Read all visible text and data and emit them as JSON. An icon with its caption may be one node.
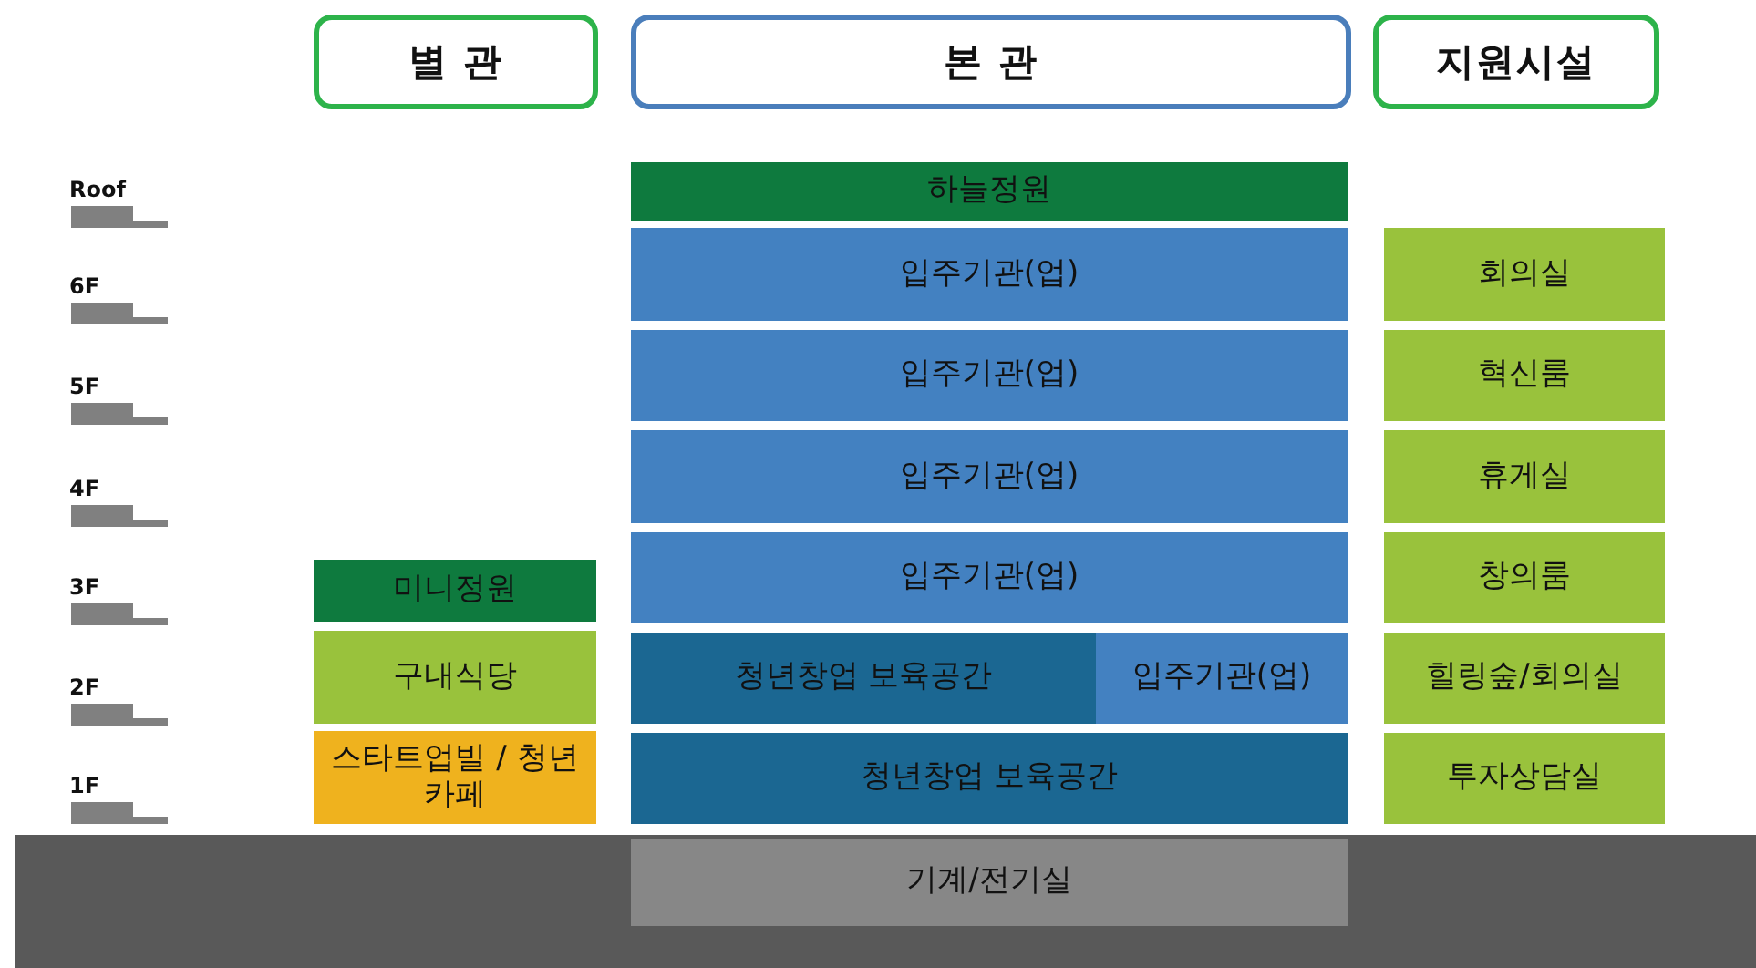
{
  "diagram": {
    "nodes": [
      {
        "text": [
          "별 관"
        ]
      },
      {
        "text": [
          "본 관"
        ]
      },
      {
        "text": [
          "지원시설"
        ]
      },
      {
        "text": [
          "하늘정원"
        ]
      },
      {
        "text": [
          "입주기관(업)"
        ]
      },
      {
        "text": [
          "회의실"
        ]
      },
      {
        "text": [
          "입주기관(업)"
        ]
      },
      {
        "text": [
          "혁신룸"
        ]
      },
      {
        "text": [
          "입주기관(업)"
        ]
      },
      {
        "text": [
          "휴게실"
        ]
      },
      {
        "text": [
          "미니정원"
        ]
      },
      {
        "text": [
          "입주기관(업)"
        ]
      },
      {
        "text": [
          "창의룸"
        ]
      },
      {
        "text": [
          "구내식당"
        ]
      },
      {
        "text": [
          "청년창업 보육공간"
        ]
      },
      {
        "text": [
          "입주기관(업)"
        ]
      },
      {
        "text": [
          "힐링숲/회의실"
        ]
      },
      {
        "text": [
          "스타트업빌 / 청년카페"
        ]
      },
      {
        "text": [
          "청년창업 보육공간"
        ]
      },
      {
        "text": [
          "투자상담실"
        ]
      },
      {
        "text": [
          "기계/전기실"
        ]
      }
    ],
    "labels": [
      "Roof",
      "6F",
      "5F",
      "4F",
      "3F",
      "2F",
      "1F"
    ]
  }
}
